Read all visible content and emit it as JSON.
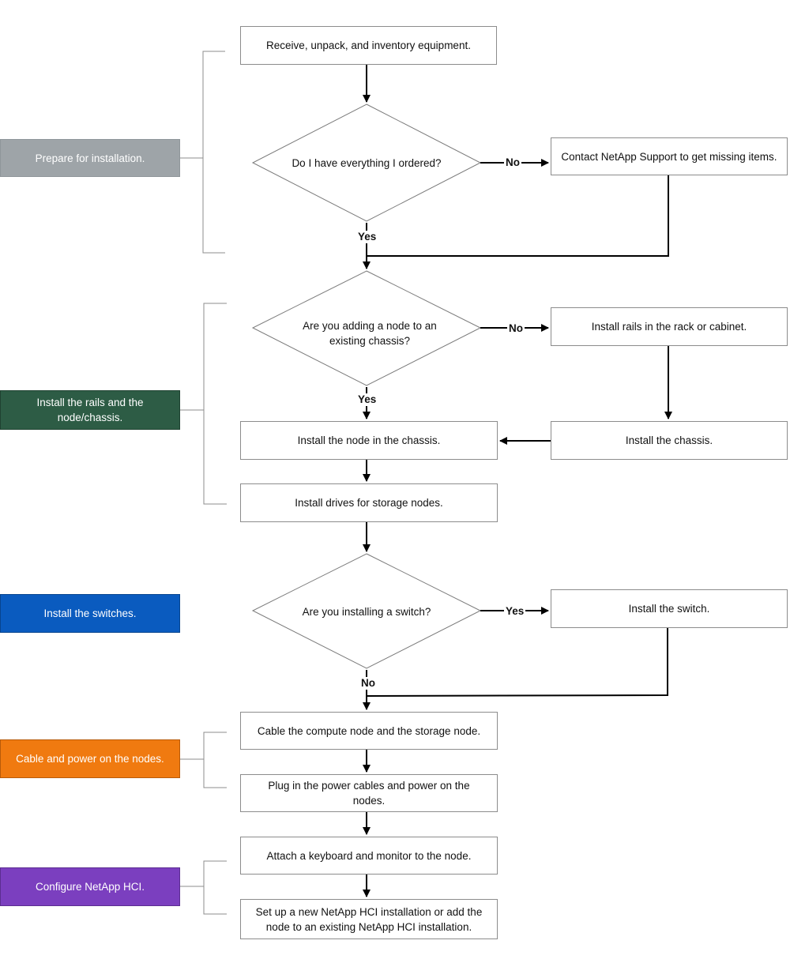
{
  "phases": {
    "prepare": {
      "label": "Prepare for installation.",
      "color": "#9ea4a8"
    },
    "rails": {
      "label": "Install the rails and the node/chassis.",
      "color": "#2d5c45"
    },
    "switches": {
      "label": "Install the switches.",
      "color": "#0a5bbf"
    },
    "cable": {
      "label": "Cable and power on the nodes.",
      "color": "#f07a10"
    },
    "configure": {
      "label": "Configure NetApp HCI.",
      "color": "#7b3fbf"
    }
  },
  "steps": {
    "receive": "Receive, unpack, and inventory equipment.",
    "contact_support": "Contact NetApp Support to get missing items.",
    "install_rails": "Install rails in the rack or cabinet.",
    "install_node": "Install the node in the chassis.",
    "install_chassis": "Install the chassis.",
    "install_drives": "Install drives for storage nodes.",
    "install_switch": "Install the switch.",
    "cable_nodes": "Cable the compute node and the storage node.",
    "plug_power": "Plug in the power cables and power on the nodes.",
    "attach_keyboard": "Attach a keyboard and monitor to the node.",
    "setup_hci": "Set up a new NetApp HCI installation or add the node to an existing NetApp HCI installation."
  },
  "decisions": {
    "have_everything": "Do I have everything I ordered?",
    "adding_node": "Are you adding a node to an existing chassis?",
    "installing_switch": "Are you installing a switch?"
  },
  "labels": {
    "no": "No",
    "yes": "Yes"
  }
}
